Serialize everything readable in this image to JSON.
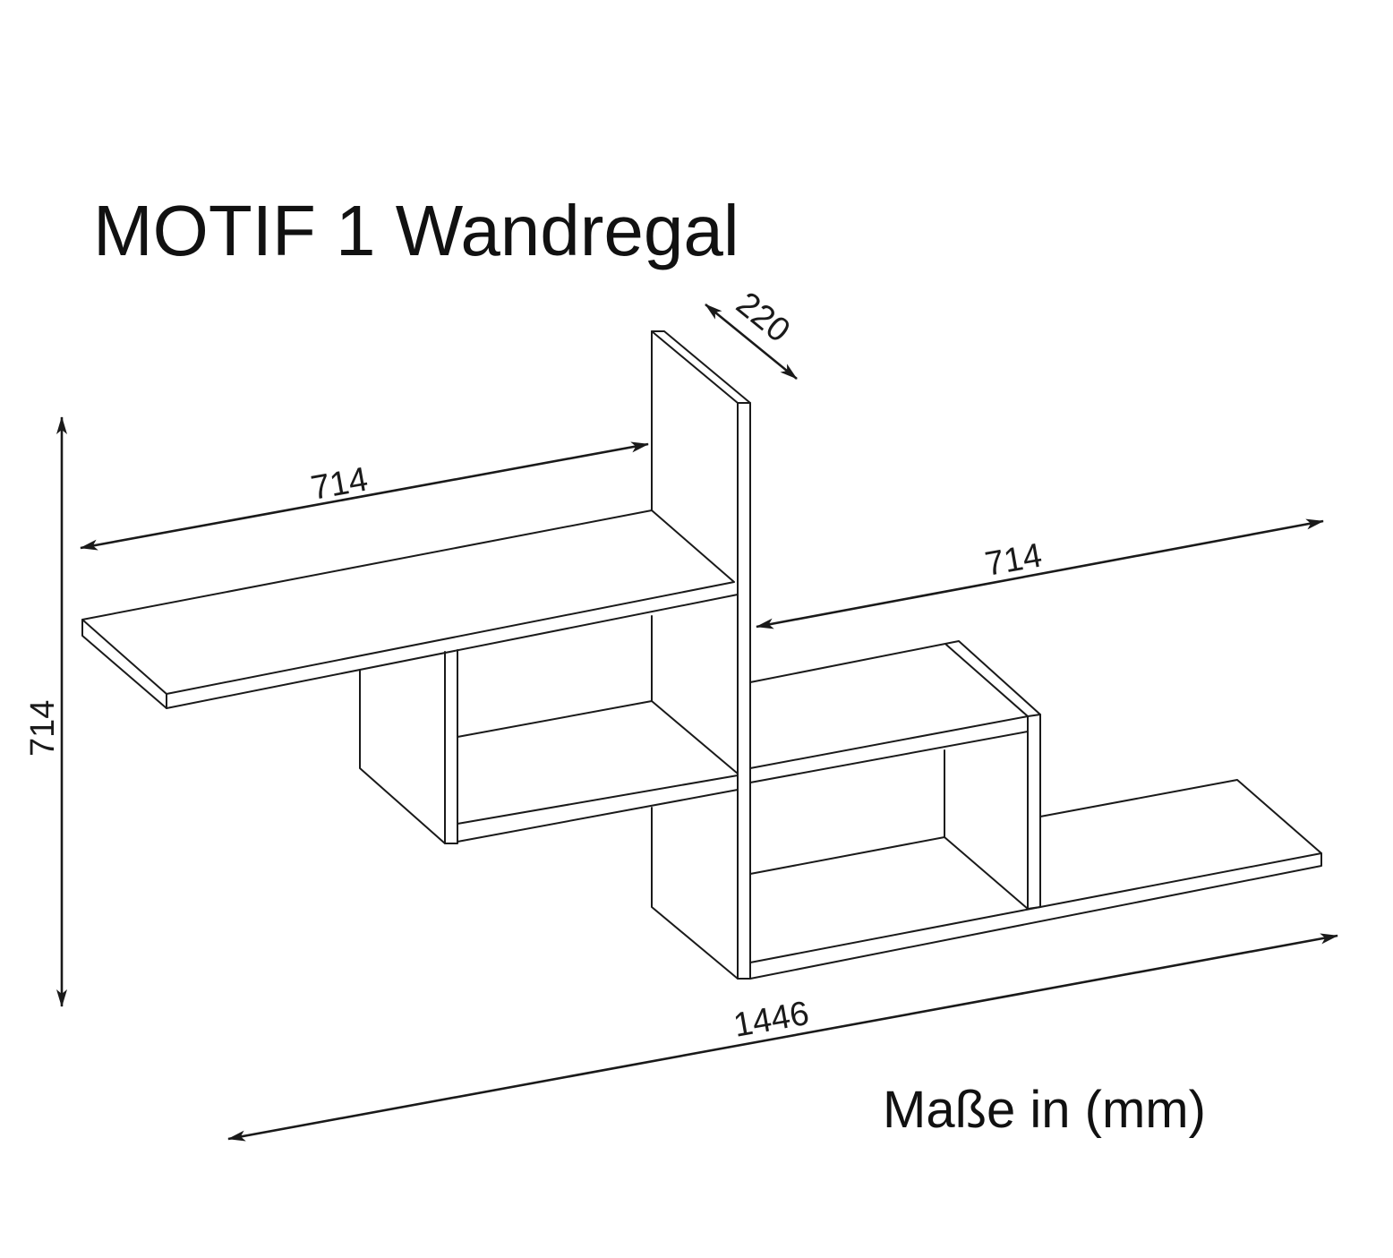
{
  "title": "MOTIF 1 Wandregal",
  "units_label": "Maße in (mm)",
  "dimensions": {
    "depth": "220",
    "left_shelf_width": "714",
    "right_shelf_width": "714",
    "height": "714",
    "total_width": "1446"
  },
  "colors": {
    "line": "#1a1a1a",
    "background": "#ffffff"
  }
}
